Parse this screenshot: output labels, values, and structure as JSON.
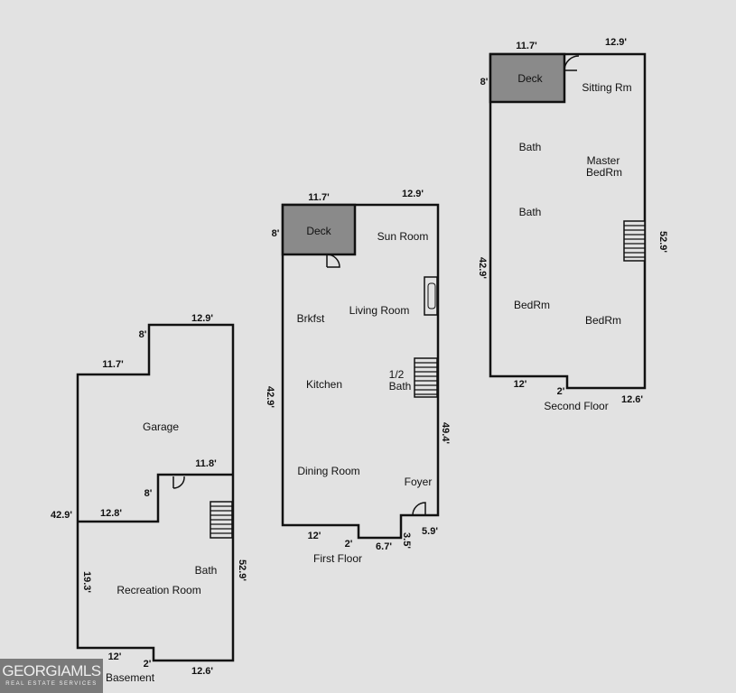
{
  "basement": {
    "rooms": {
      "garage": "Garage",
      "bath": "Bath",
      "recreation": "Recreation Room"
    },
    "floor_label": "Basement",
    "dims": {
      "top": "12.9'",
      "step": "8'",
      "left_top": "11.7'",
      "inner": "11.8'",
      "inner_v": "8'",
      "left": "42.9'",
      "mid": "12.8'",
      "rec_v": "19.3'",
      "right": "52.9'",
      "bottom_left": "12'",
      "bottom_step": "2'",
      "bottom_right": "12.6'"
    }
  },
  "first_floor": {
    "rooms": {
      "deck": "Deck",
      "sun": "Sun Room",
      "brkfst": "Brkfst",
      "living": "Living Room",
      "kitchen": "Kitchen",
      "half_bath_1": "1/2",
      "half_bath_2": "Bath",
      "dining": "Dining Room",
      "foyer": "Foyer"
    },
    "floor_label": "First Floor",
    "dims": {
      "deck_w": "11.7'",
      "top": "12.9'",
      "deck_h": "8'",
      "left": "42.9'",
      "right": "49.4'",
      "bottom_left": "12'",
      "bottom_step": "2'",
      "bottom_mid": "6.7'",
      "foyer_step": "3.5'",
      "bottom_right": "5.9'"
    }
  },
  "second_floor": {
    "rooms": {
      "deck": "Deck",
      "sitting": "Sitting Rm",
      "bath1": "Bath",
      "master_1": "Master",
      "master_2": "BedRm",
      "bath2": "Bath",
      "bed1": "BedRm",
      "bed2": "BedRm"
    },
    "floor_label": "Second Floor",
    "dims": {
      "deck_w": "11.7'",
      "top": "12.9'",
      "deck_h": "8'",
      "right": "52.9'",
      "left": "42.9'",
      "bottom_left": "12'",
      "bottom_step": "2'",
      "bottom_right": "12.6'"
    }
  },
  "logo": {
    "main": "GEORGIAMLS",
    "sub": "REAL ESTATE SERVICES"
  }
}
